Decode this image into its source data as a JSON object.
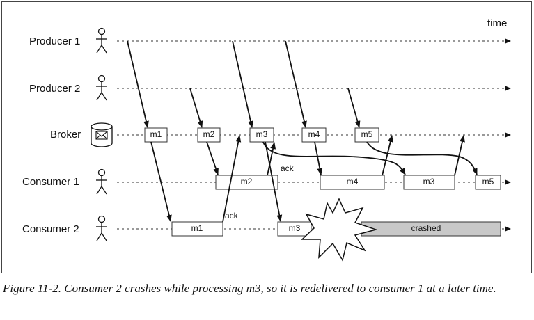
{
  "diagram": {
    "time_label": "time",
    "lanes": {
      "producer1": "Producer 1",
      "producer2": "Producer 2",
      "broker": "Broker",
      "consumer1": "Consumer 1",
      "consumer2": "Consumer 2"
    },
    "broker_messages": [
      "m1",
      "m2",
      "m3",
      "m4",
      "m5"
    ],
    "consumer1_messages": [
      "m2",
      "m4",
      "m3",
      "m5"
    ],
    "consumer2_messages": [
      "m1",
      "m3"
    ],
    "crashed_label": "crashed",
    "ack_label": "ack"
  },
  "caption": "Figure 11-2. Consumer 2 crashes while processing m3, so it is redelivered to consumer 1 at a later time."
}
